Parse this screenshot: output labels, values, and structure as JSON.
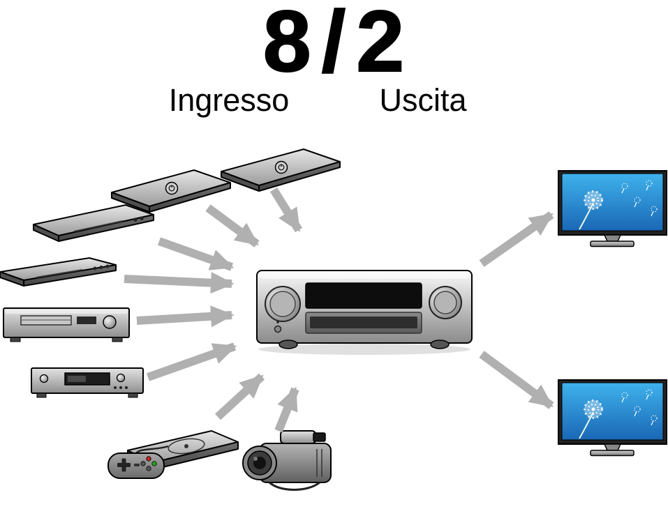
{
  "header": {
    "input_count": "8",
    "separator": "/",
    "output_count": "2",
    "input_label": "Ingresso",
    "output_label": "Uscita"
  },
  "diagram": {
    "receiver": "av-receiver",
    "input_devices": [
      "slim-media-player",
      "slim-media-player",
      "set-top-box",
      "blu-ray-player",
      "cd-player",
      "tape-deck",
      "game-console",
      "camcorder"
    ],
    "output_devices": [
      "tv-monitor",
      "tv-monitor"
    ]
  },
  "colors": {
    "background": "#ffffff",
    "text": "#000000",
    "arrow": "#b0b0b0",
    "tv_screen_blue": "#2a93d5"
  }
}
